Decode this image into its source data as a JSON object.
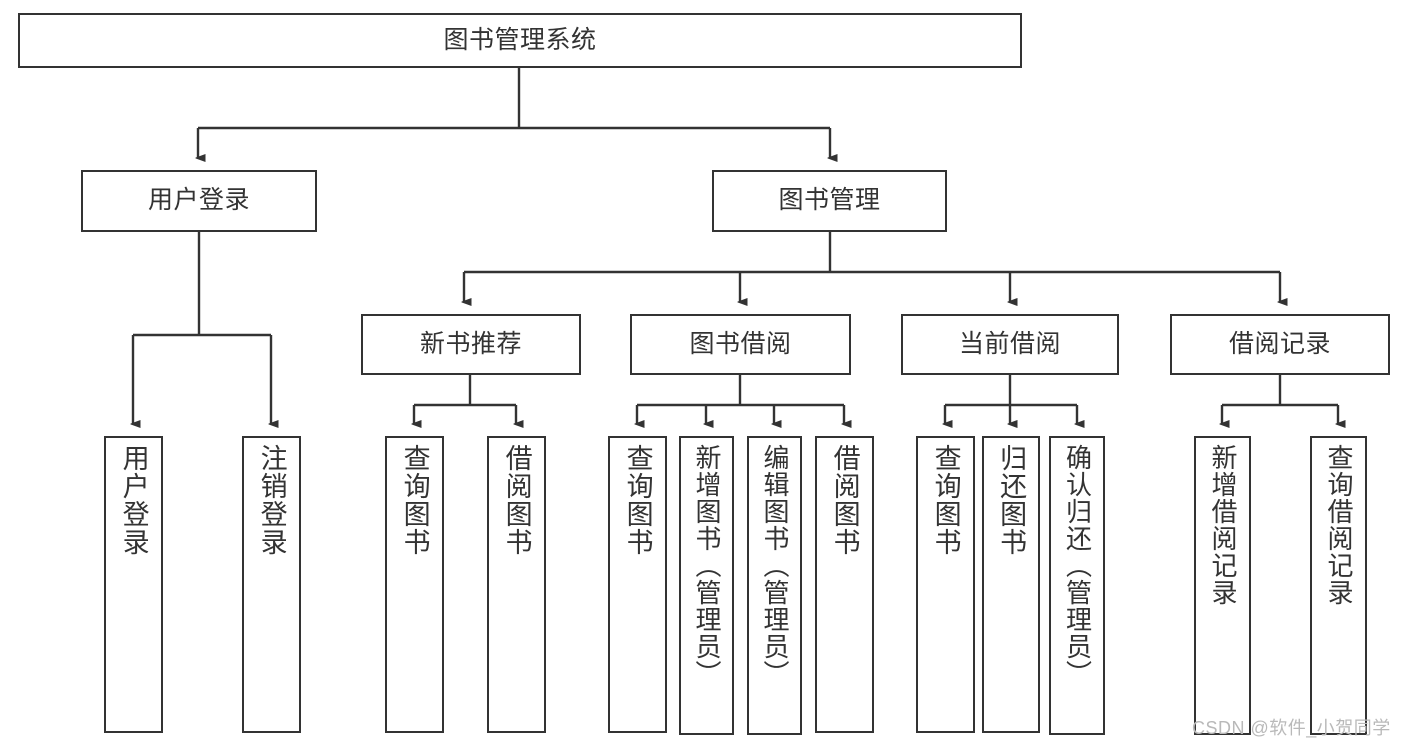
{
  "diagram": {
    "type": "tree-hierarchy",
    "title": "图书管理系统",
    "root": {
      "label": "图书管理系统"
    },
    "level2": [
      {
        "id": "user-login",
        "label": "用户登录"
      },
      {
        "id": "book-management",
        "label": "图书管理"
      }
    ],
    "level3": [
      {
        "id": "new-book-recommend",
        "label": "新书推荐",
        "parent": "book-management"
      },
      {
        "id": "book-borrow",
        "label": "图书借阅",
        "parent": "book-management"
      },
      {
        "id": "current-borrow",
        "label": "当前借阅",
        "parent": "book-management"
      },
      {
        "id": "borrow-record",
        "label": "借阅记录",
        "parent": "book-management"
      }
    ],
    "leaves": [
      {
        "id": "leaf-user-login",
        "label": "用户登录",
        "parent": "user-login"
      },
      {
        "id": "leaf-user-logout",
        "label": "注销登录",
        "parent": "user-login"
      },
      {
        "id": "leaf-query-book-1",
        "label": "查询图书",
        "parent": "new-book-recommend"
      },
      {
        "id": "leaf-borrow-book-1",
        "label": "借阅图书",
        "parent": "new-book-recommend"
      },
      {
        "id": "leaf-query-book-2",
        "label": "查询图书",
        "parent": "book-borrow"
      },
      {
        "id": "leaf-add-book",
        "label": "新增图书（管理员）",
        "parent": "book-borrow"
      },
      {
        "id": "leaf-edit-book",
        "label": "编辑图书（管理员）",
        "parent": "book-borrow"
      },
      {
        "id": "leaf-borrow-book-2",
        "label": "借阅图书",
        "parent": "book-borrow"
      },
      {
        "id": "leaf-query-book-3",
        "label": "查询图书",
        "parent": "current-borrow"
      },
      {
        "id": "leaf-return-book",
        "label": "归还图书",
        "parent": "current-borrow"
      },
      {
        "id": "leaf-confirm-return",
        "label": "确认归还（管理员）",
        "parent": "current-borrow"
      },
      {
        "id": "leaf-add-record",
        "label": "新增借阅记录",
        "parent": "borrow-record"
      },
      {
        "id": "leaf-query-record",
        "label": "查询借阅记录",
        "parent": "borrow-record"
      }
    ],
    "colors": {
      "border": "#333333",
      "background": "#ffffff",
      "text": "#333333",
      "watermark": "#b9b9b9"
    }
  },
  "watermark": {
    "text": "CSDN @软件_小贺同学"
  }
}
